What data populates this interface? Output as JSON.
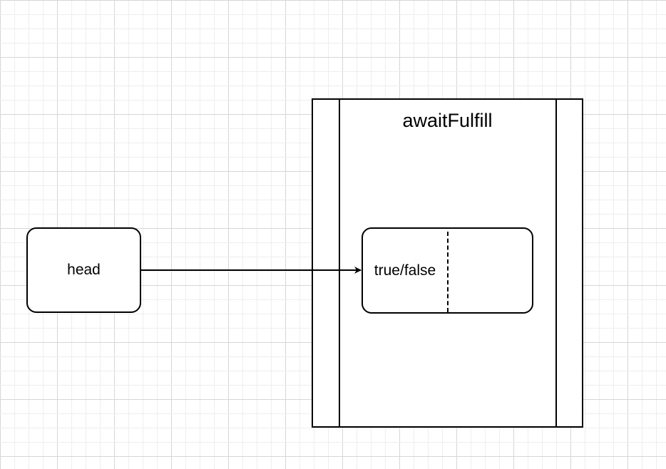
{
  "diagram": {
    "nodes": {
      "head": {
        "label": "head"
      },
      "process": {
        "title": "awaitFulfill"
      },
      "flag": {
        "label": "true/false"
      }
    },
    "edges": [
      {
        "from": "head",
        "to": "flag",
        "label": ""
      }
    ],
    "colors": {
      "background": "#ffffff",
      "grid_minor": "#eeeeee",
      "grid_major": "#d6d6d6",
      "stroke": "#000000"
    }
  }
}
